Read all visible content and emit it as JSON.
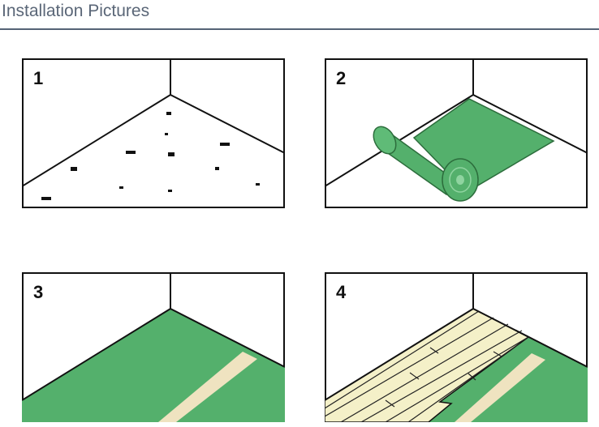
{
  "header": {
    "title": "Installation Pictures"
  },
  "panels": [
    {
      "step": "1",
      "description_icon": "clean-floor"
    },
    {
      "step": "2",
      "description_icon": "roll-underlay"
    },
    {
      "step": "3",
      "description_icon": "underlay-laid"
    },
    {
      "step": "4",
      "description_icon": "lay-planks"
    }
  ],
  "colors": {
    "green": "#54b06c",
    "plank": "#f4f0c8",
    "rule": "#556376"
  }
}
